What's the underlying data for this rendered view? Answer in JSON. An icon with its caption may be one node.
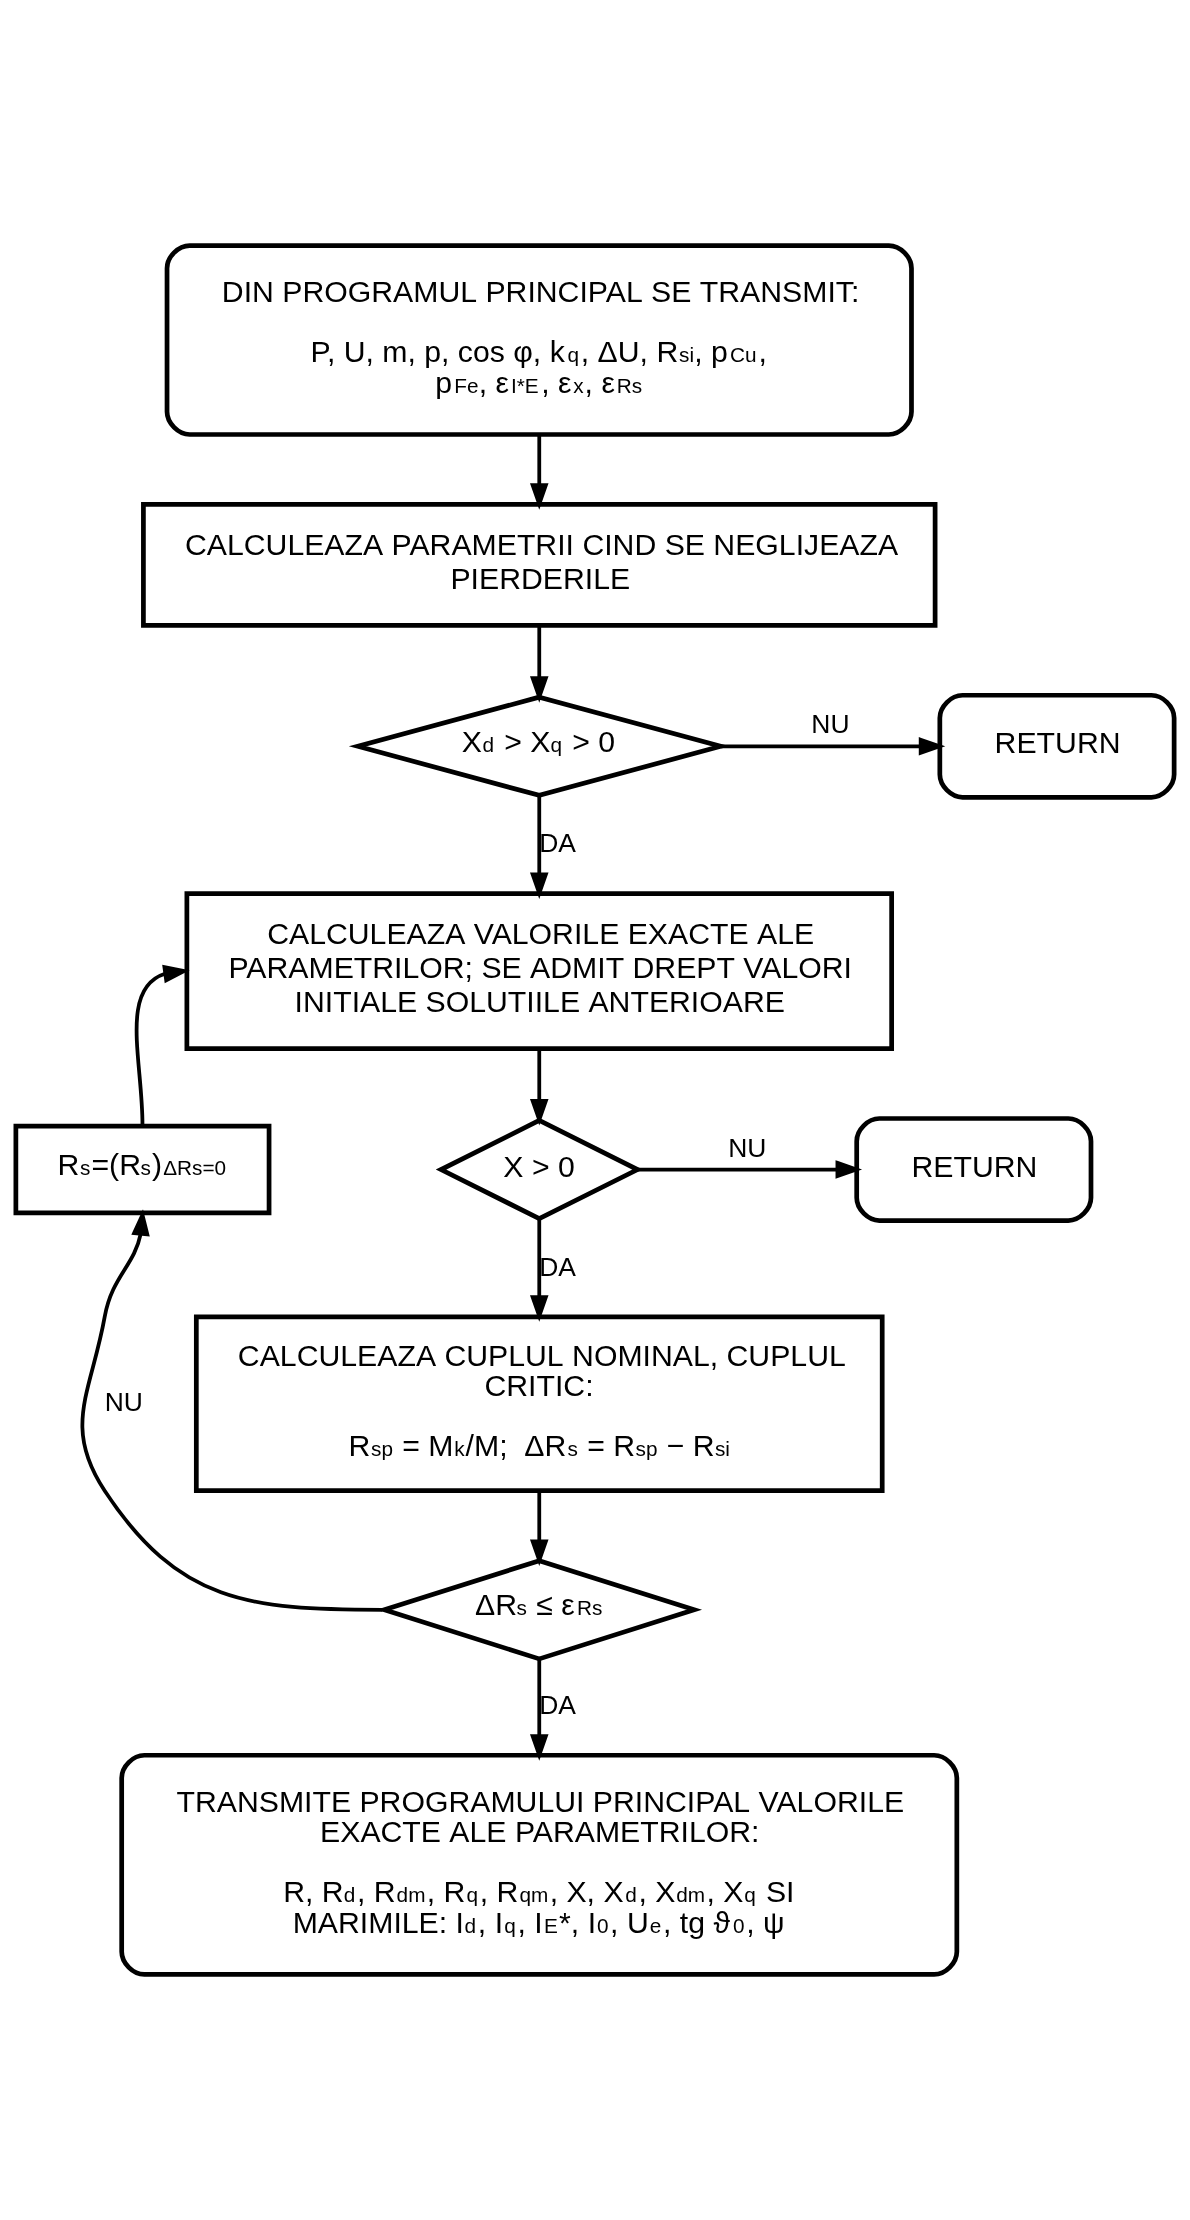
{
  "diagram": {
    "nodes": [
      {
        "text": [
          "DIN PROGRAMUL PRINCIPAL SE TRANSMIT:",
          "P, U, m, p, cos φ, k$_{q}$, ΔU, R$_{si}$, p$_{Cu}$, p$_{Fe}$, ε$_{I*E}$, ε$_{x}$, ε$_{Rs}$"
        ]
      },
      {
        "text": [
          "CALCULEAZA PARAMETRII CIND SE NEGLIJEAZA PIERDERILE"
        ]
      },
      {
        "text": [
          "X$_{d}$ > X$_{q}$ > 0"
        ]
      },
      {
        "text": [
          "RETURN"
        ]
      },
      {
        "text": [
          "CALCULEAZA VALORILE EXACTE ALE PARAMETRILOR; SE ADMIT DREPT VALORI INITIALE SOLUTIILE ANTERIOARE"
        ]
      },
      {
        "text": [
          "X > 0"
        ]
      },
      {
        "text": [
          "RETURN"
        ]
      },
      {
        "text": [
          "R$_{s}$=(R$_{s}$)$_{ΔRs=0}$"
        ]
      },
      {
        "text": [
          "CALCULEAZA CUPLUL NOMINAL, CUPLUL CRITIC:",
          "R$_{sp}$ = M$_{k}$/M;  ΔR$_{s}$ = R$_{sp}$ − R$_{si}$"
        ]
      },
      {
        "text": [
          "ΔR$_{s}$ ≤ ε$_{Rs}$"
        ]
      },
      {
        "text": [
          "TRANSMITE PROGRAMULUI PRINCIPAL VALORILE EXACTE ALE PARAMETRILOR:",
          "R, R$_{d}$, R$_{dm}$, R$_{q}$, R$_{qm}$, X, X$_{d}$, X$_{dm}$, X$_{q}$ SI MARIMILE: I$_{d}$, I$_{q}$, I$_{E}$*, I$_{0}$, U$_{e}$, tg ϑ$_{0}$, ψ"
        ]
      }
    ],
    "edges": [
      {
        "from": 0,
        "to": 1,
        "arrow": "to"
      },
      {
        "from": 1,
        "to": 2,
        "arrow": "to"
      },
      {
        "from": 2,
        "to": 3,
        "arrow": "to",
        "label": "NU"
      },
      {
        "from": 2,
        "to": 4,
        "arrow": "to",
        "label": "DA"
      },
      {
        "from": 4,
        "to": 5,
        "arrow": "to"
      },
      {
        "from": 5,
        "to": 6,
        "arrow": "to",
        "label": "NU"
      },
      {
        "from": 5,
        "to": 8,
        "arrow": "to",
        "label": "DA"
      },
      {
        "from": 8,
        "to": 9,
        "arrow": "to"
      },
      {
        "from": 9,
        "to": 7,
        "arrow": "to",
        "label": "NU"
      },
      {
        "from": 7,
        "to": 4,
        "arrow": "to"
      },
      {
        "from": 9,
        "to": 10,
        "arrow": "to",
        "label": "DA"
      }
    ]
  }
}
